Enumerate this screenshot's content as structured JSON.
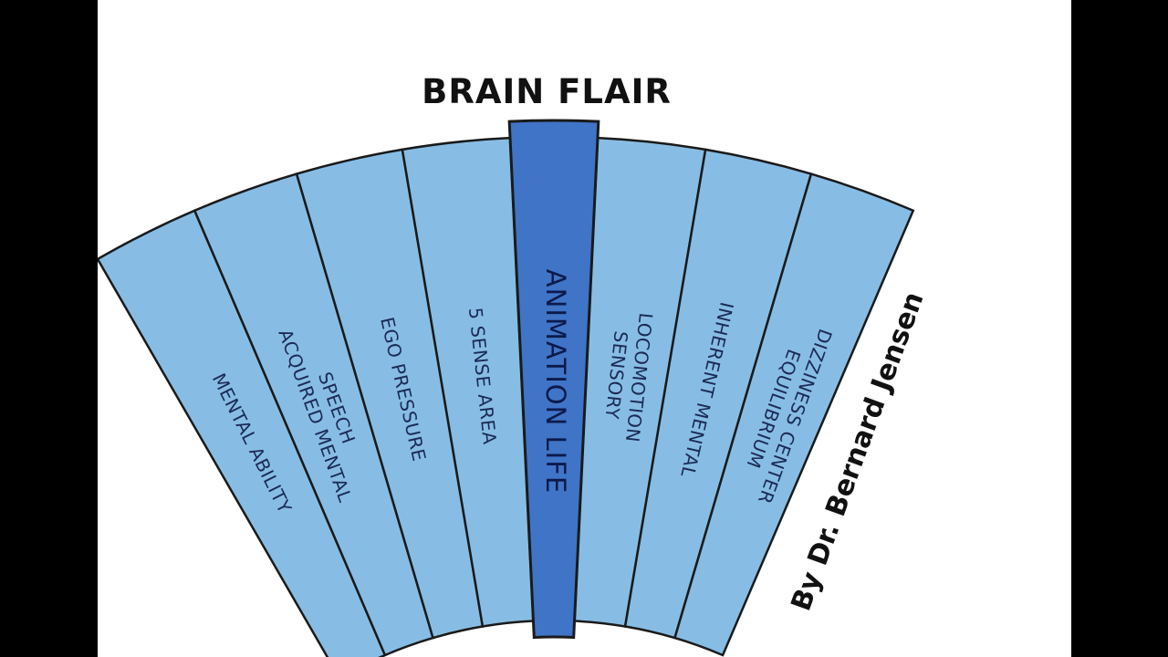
{
  "title": "BRAIN FLAIR",
  "author": "By Dr. Bernard Jensen",
  "colors": {
    "segment_fill": "#87bde4",
    "center_fill": "#3f74c7",
    "outline": "#1a1a1a",
    "background": "#ffffff",
    "frame": "#000000"
  },
  "segments": [
    {
      "lines": [
        "MENTAL  ABILITY"
      ]
    },
    {
      "lines": [
        "ACQUIRED MENTAL",
        "SPEECH"
      ]
    },
    {
      "lines": [
        "EGO  PRESSURE"
      ]
    },
    {
      "lines": [
        "5 SENSE   AREA"
      ]
    },
    {
      "lines": [
        "ANIMATION   LIFE"
      ],
      "center": true
    },
    {
      "lines": [
        "SENSORY",
        "LOCOMOTION"
      ]
    },
    {
      "lines": [
        "INHERENT MENTAL"
      ]
    },
    {
      "lines": [
        "EQUILIBRIUM",
        "DIZZINESS CENTER"
      ]
    }
  ]
}
